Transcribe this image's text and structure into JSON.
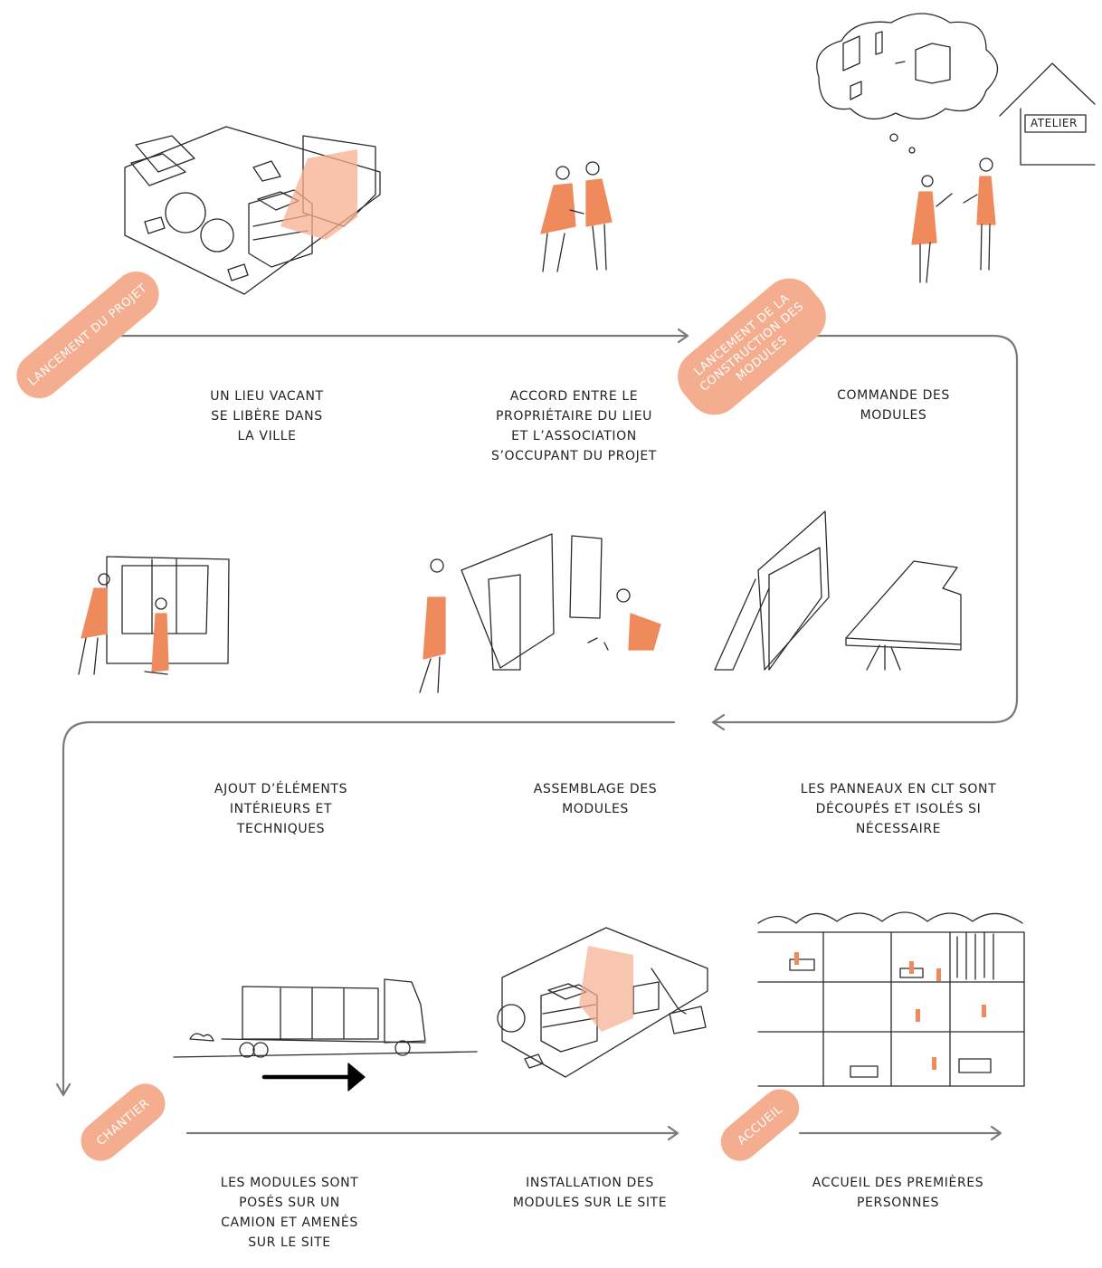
{
  "stages": [
    {
      "id": "lancement-projet",
      "label": "Lancement du projet"
    },
    {
      "id": "lancement-construction",
      "label": "Lancement de la construction des modules"
    },
    {
      "id": "chantier",
      "label": "Chantier"
    },
    {
      "id": "accueil",
      "label": "Accueil"
    }
  ],
  "steps": [
    {
      "id": "lieu-vacant",
      "text": "Un lieu vacant se libère dans la ville"
    },
    {
      "id": "accord",
      "text": "Accord entre le propriétaire du lieu et l’association s’occupant du projet"
    },
    {
      "id": "commande",
      "text": "Commande des modules"
    },
    {
      "id": "panneaux",
      "text": "Les panneaux en CLT sont découpés et isolés si nécessaire"
    },
    {
      "id": "assemblage",
      "text": "Assemblage des modules"
    },
    {
      "id": "ajout",
      "text": "Ajout d’éléments intérieurs et techniques"
    },
    {
      "id": "camion",
      "text": "Les modules sont posés sur un camion et amenés sur le site"
    },
    {
      "id": "installation",
      "text": "Installation des modules sur le site"
    },
    {
      "id": "accueil-personnes",
      "text": "Accueil des premières personnes"
    }
  ],
  "workshop_sign": "Atelier",
  "colors": {
    "accent": "#f5ad8f",
    "illustration_orange": "#ef8a5c",
    "line": "#7a7a7a",
    "ink": "#2a2a2a"
  },
  "icons": [
    "handshake-icon",
    "thought-cloud-icon",
    "workshop-icon",
    "truck-icon",
    "crane-icon",
    "building-section-icon"
  ]
}
